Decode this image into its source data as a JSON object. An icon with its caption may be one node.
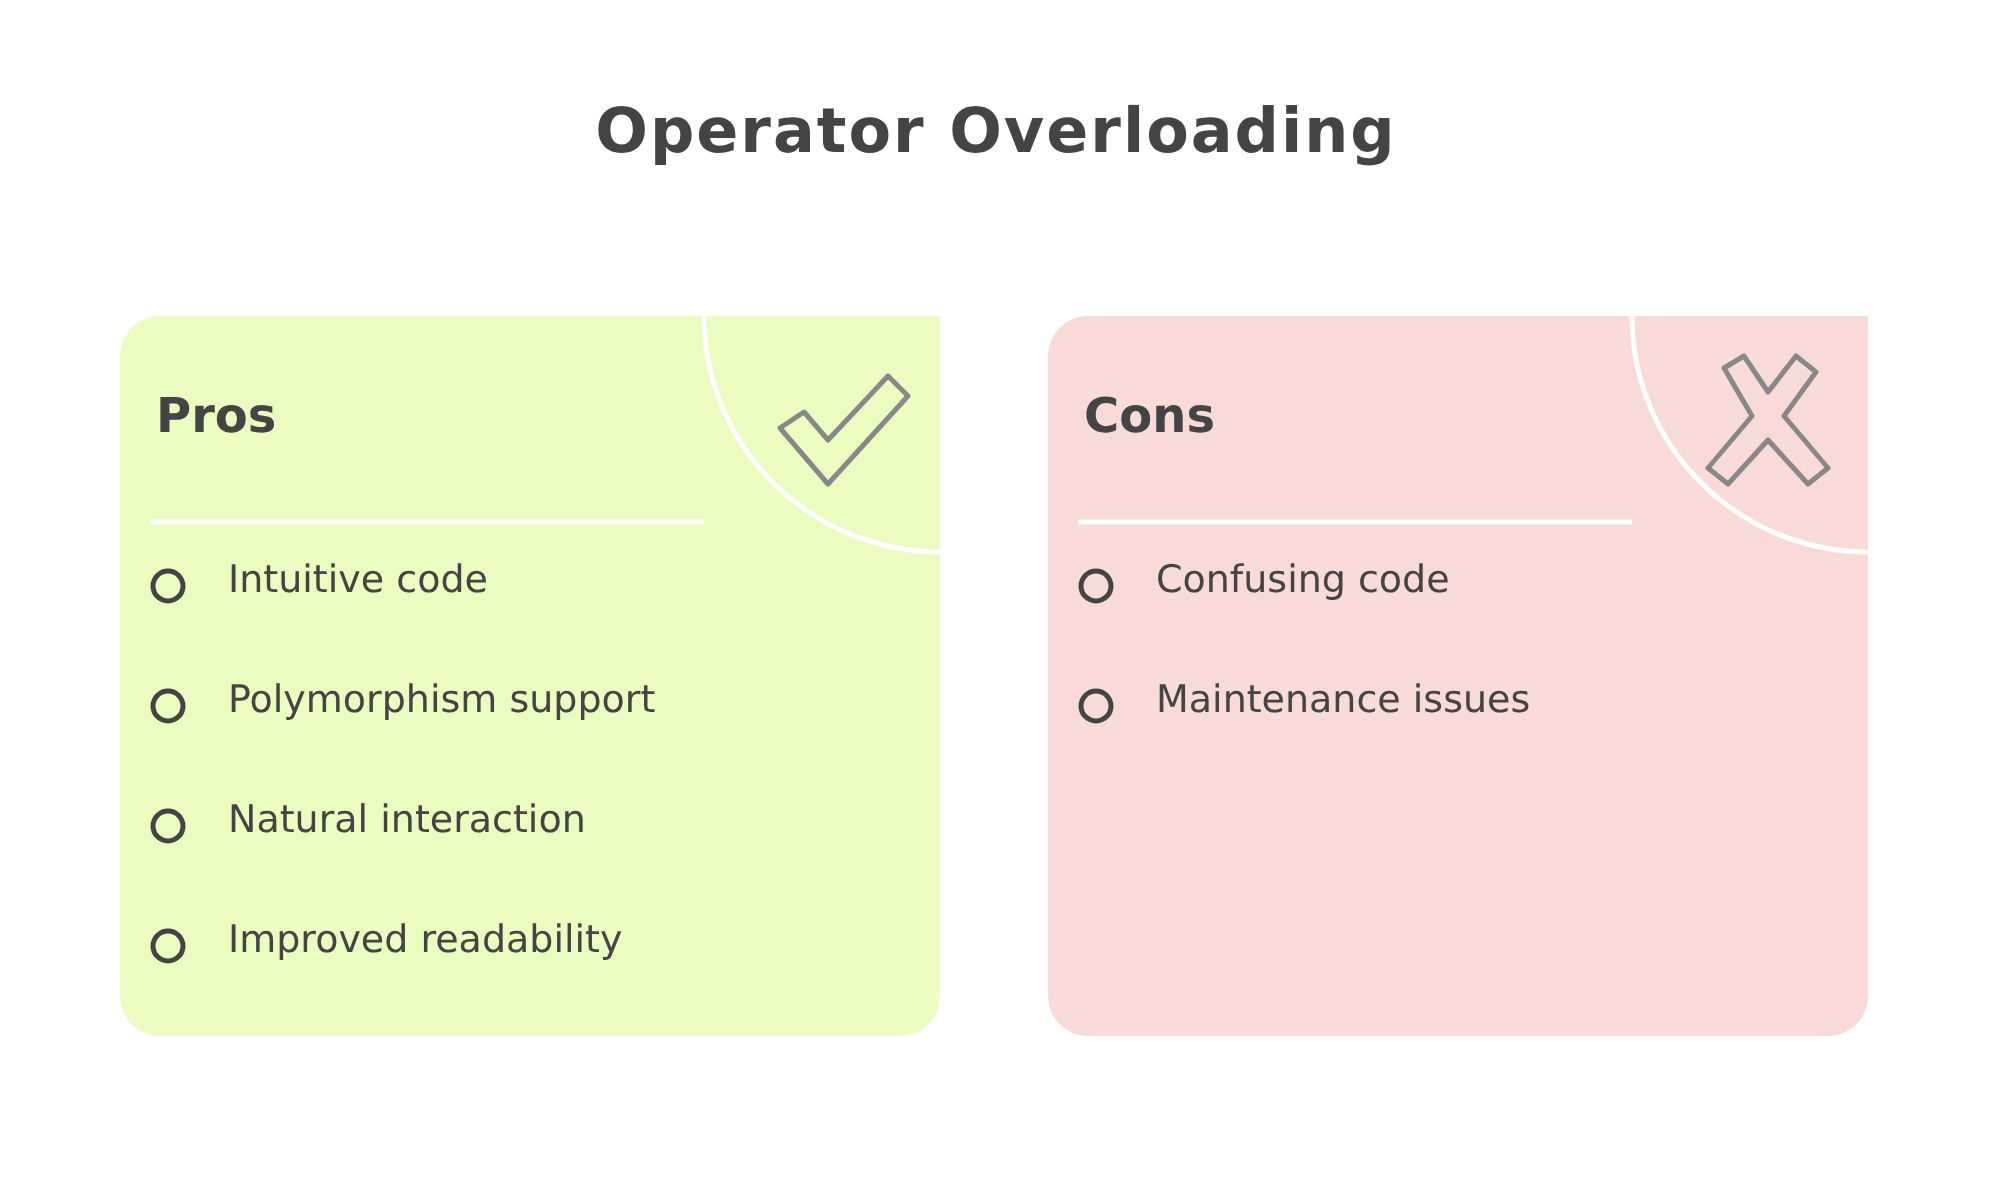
{
  "diagram": {
    "title": "Operator Overloading",
    "nodes": [
      {
        "text": [
          "Pros"
        ]
      },
      {
        "text": [
          "Intuitive code"
        ],
        "in": 0
      },
      {
        "text": [
          "Polymorphism support"
        ],
        "in": 0
      },
      {
        "text": [
          "Natural interaction"
        ],
        "in": 0
      },
      {
        "text": [
          "Improved readability"
        ],
        "in": 0
      },
      {
        "text": [
          "Cons"
        ]
      },
      {
        "text": [
          "Confusing code"
        ],
        "in": 5
      },
      {
        "text": [
          "Maintenance issues"
        ],
        "in": 5
      }
    ]
  }
}
